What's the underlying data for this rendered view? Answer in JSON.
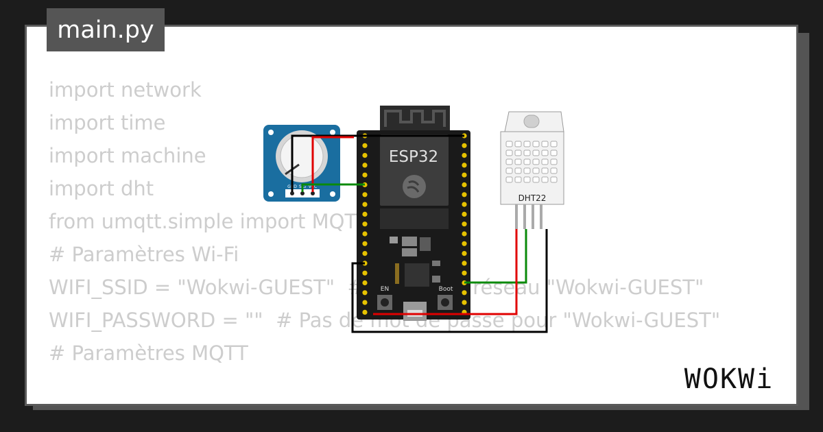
{
  "file_tab": {
    "label": "main.py"
  },
  "code_lines": [
    "import network",
    "import time",
    "import machine",
    "import dht",
    "from umqtt.simple import MQTTClient",
    "",
    "# Paramètres Wi-Fi",
    "WIFI_SSID = \"Wokwi-GUEST\"  # Utilisez le réseau \"Wokwi-GUEST\"",
    "WIFI_PASSWORD = \"\"  # Pas de mot de passe pour \"Wokwi-GUEST\"",
    "",
    "# Paramètres MQTT"
  ],
  "esp32": {
    "label": "ESP32"
  },
  "dht22": {
    "label": "DHT22"
  },
  "potentiometer": {
    "pins": [
      "GND",
      "SIG",
      "VCC"
    ]
  },
  "esp32_buttons": {
    "en": "EN",
    "boot": "Boot"
  },
  "brand": {
    "name": "WOKWi"
  },
  "colors": {
    "background": "#1c1c1c",
    "card": "#ffffff",
    "tab": "#555555",
    "code_text": "#cdcdcd",
    "board": "#1a1a1a",
    "pot_board": "#1a6ea0",
    "pin_gold": "#e6c200",
    "wire_red": "#e00000",
    "wire_green": "#0a8a0a",
    "wire_black": "#000000"
  }
}
